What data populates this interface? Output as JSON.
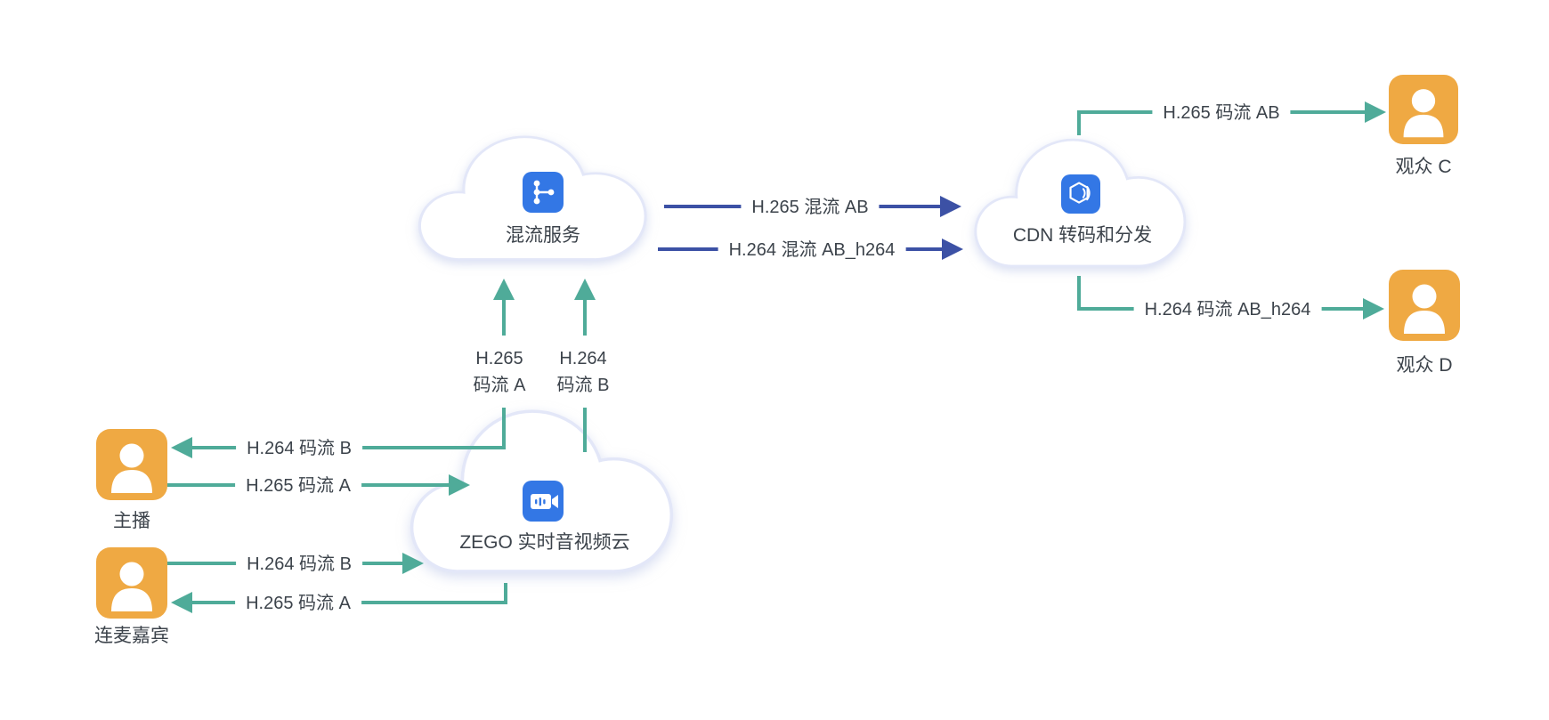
{
  "diagram": {
    "colors": {
      "teal": "#4FAB99",
      "indigo": "#3C51A5",
      "orange": "#EFA943",
      "icon_blue": "#3377E5",
      "cloud_stroke": "#E3E7F8",
      "text": "#3C434B"
    },
    "nodes": {
      "anchor": {
        "label": "主播"
      },
      "guest": {
        "label": "连麦嘉宾"
      },
      "zego_cloud": {
        "label": "ZEGO 实时音视频云"
      },
      "mix_service": {
        "label": "混流服务"
      },
      "cdn": {
        "label": "CDN 转码和分发"
      },
      "audience_c": {
        "label": "观众 C"
      },
      "audience_d": {
        "label": "观众 D"
      }
    },
    "edges": {
      "zego_to_anchor": {
        "label": "H.264 码流 B"
      },
      "anchor_to_zego": {
        "label": "H.265 码流 A"
      },
      "guest_to_zego": {
        "label": "H.264 码流 B"
      },
      "zego_to_guest": {
        "label": "H.265 码流 A"
      },
      "zego_to_mix_a": {
        "label": "H.265\n码流 A"
      },
      "zego_to_mix_b": {
        "label": "H.264\n码流 B"
      },
      "mix_to_cdn_h265": {
        "label": "H.265 混流 AB"
      },
      "mix_to_cdn_h264": {
        "label": "H.264 混流 AB_h264"
      },
      "cdn_to_c": {
        "label": "H.265 码流 AB"
      },
      "cdn_to_d": {
        "label": "H.264 码流 AB_h264"
      }
    }
  }
}
